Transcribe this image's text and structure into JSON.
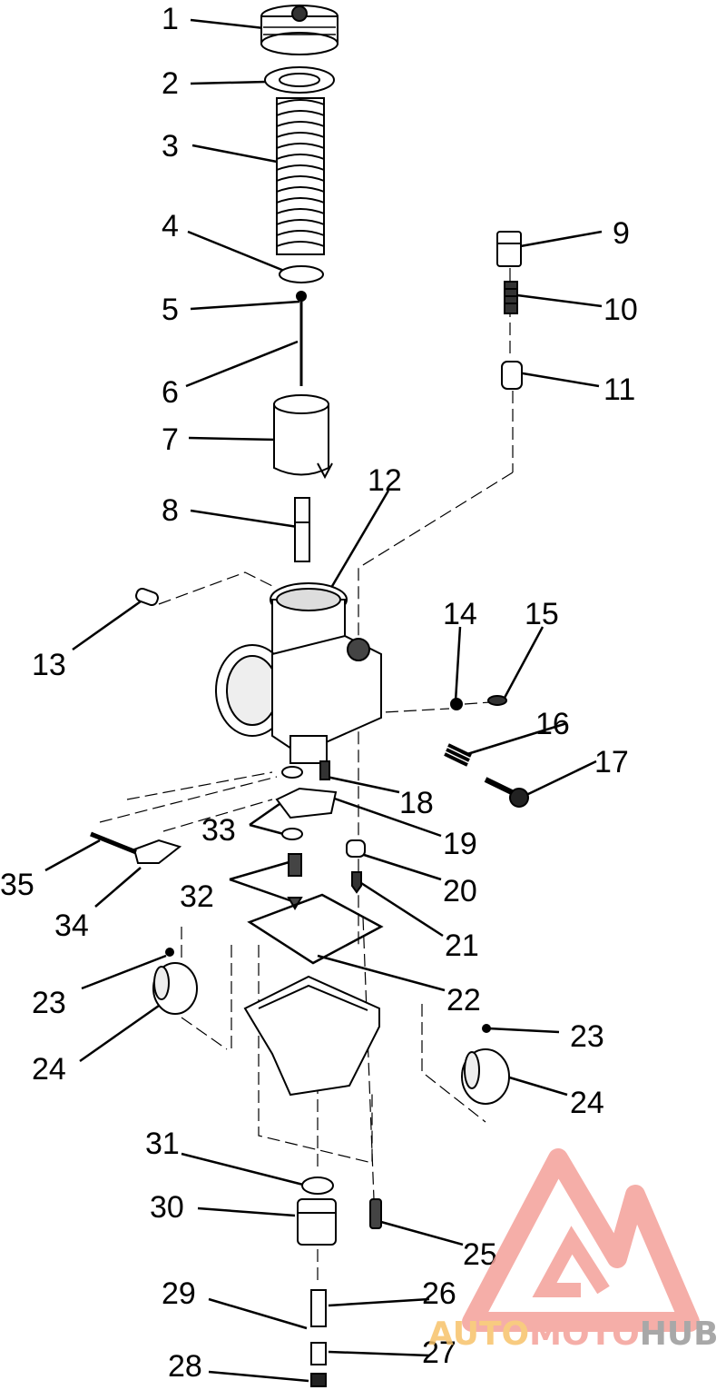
{
  "callouts": [
    {
      "id": "1",
      "label": "1"
    },
    {
      "id": "2",
      "label": "2"
    },
    {
      "id": "3",
      "label": "3"
    },
    {
      "id": "4",
      "label": "4"
    },
    {
      "id": "5",
      "label": "5"
    },
    {
      "id": "6",
      "label": "6"
    },
    {
      "id": "7",
      "label": "7"
    },
    {
      "id": "8",
      "label": "8"
    },
    {
      "id": "9",
      "label": "9"
    },
    {
      "id": "10",
      "label": "10"
    },
    {
      "id": "11",
      "label": "11"
    },
    {
      "id": "12",
      "label": "12"
    },
    {
      "id": "13",
      "label": "13"
    },
    {
      "id": "14",
      "label": "14"
    },
    {
      "id": "15",
      "label": "15"
    },
    {
      "id": "16",
      "label": "16"
    },
    {
      "id": "17",
      "label": "17"
    },
    {
      "id": "18",
      "label": "18"
    },
    {
      "id": "19",
      "label": "19"
    },
    {
      "id": "20",
      "label": "20"
    },
    {
      "id": "21",
      "label": "21"
    },
    {
      "id": "22",
      "label": "22"
    },
    {
      "id": "23a",
      "label": "23"
    },
    {
      "id": "23b",
      "label": "23"
    },
    {
      "id": "24a",
      "label": "24"
    },
    {
      "id": "24b",
      "label": "24"
    },
    {
      "id": "25",
      "label": "25"
    },
    {
      "id": "26",
      "label": "26"
    },
    {
      "id": "27",
      "label": "27"
    },
    {
      "id": "28",
      "label": "28"
    },
    {
      "id": "29",
      "label": "29"
    },
    {
      "id": "30",
      "label": "30"
    },
    {
      "id": "31",
      "label": "31"
    },
    {
      "id": "32",
      "label": "32"
    },
    {
      "id": "33",
      "label": "33"
    },
    {
      "id": "34",
      "label": "34"
    },
    {
      "id": "35",
      "label": "35"
    }
  ],
  "watermark": {
    "part1": "AUTO",
    "part2": "MOTO",
    "part3": "HUB",
    "colors": {
      "triangle": "#f4a09a",
      "part1": "#f7c36b",
      "part2": "#f4a09a",
      "part3": "#9a9a9a"
    }
  }
}
